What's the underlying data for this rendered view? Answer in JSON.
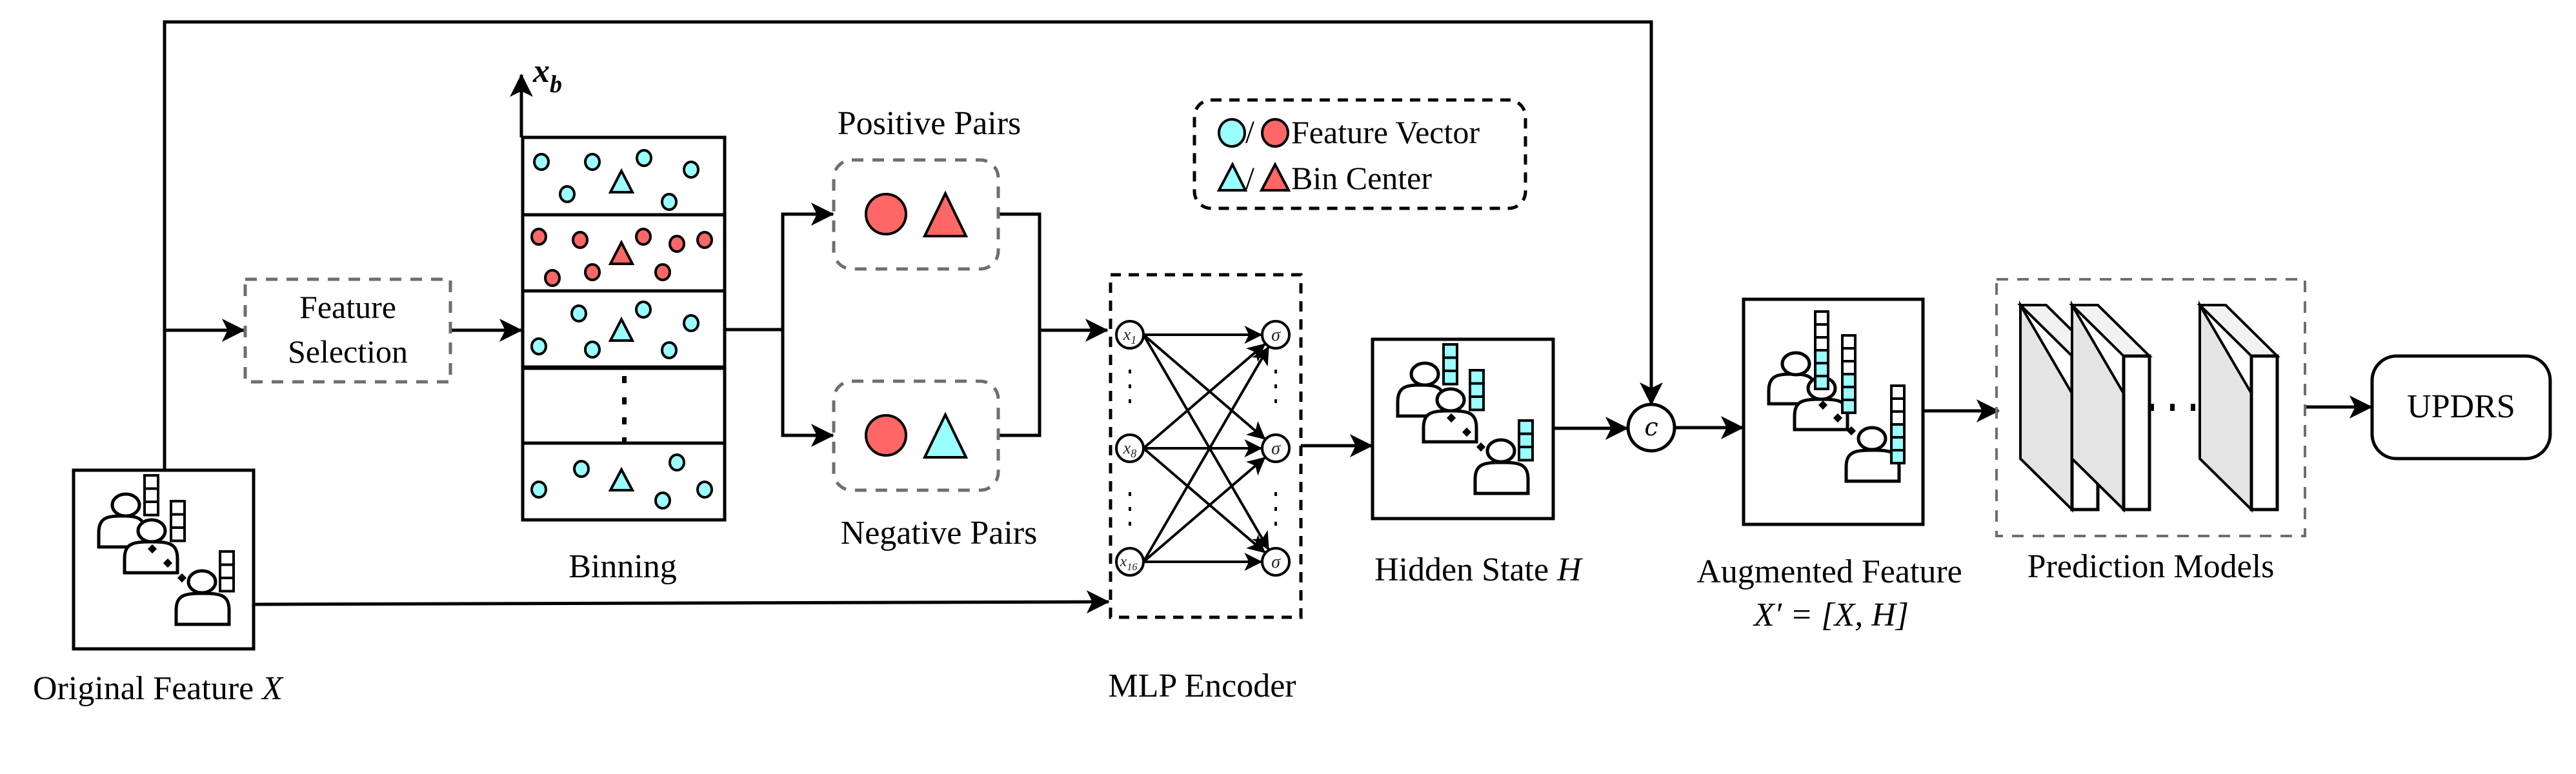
{
  "colors": {
    "cyan": "#99FFFF",
    "red": "#FF6666",
    "slab_side": "#E4E4E4",
    "slab_top": "#F2F2F2",
    "dashed_gray": "#6E6E6E"
  },
  "labels": {
    "original_feature": "Original Feature ",
    "original_feature_var": "X",
    "feature_selection_line1": "Feature",
    "feature_selection_line2": "Selection",
    "axis_var": "x",
    "axis_sub": "b",
    "binning": "Binning",
    "positive_pairs": "Positive Pairs",
    "negative_pairs": "Negative Pairs",
    "mlp_encoder": "MLP Encoder",
    "hidden_state": "Hidden State ",
    "hidden_state_var": "H",
    "concat_symbol": "c",
    "augmented_feature": "Augmented Feature",
    "augmented_formula": "X′ = [X, H]",
    "prediction_models": "Prediction Models",
    "output": "UPDRS"
  },
  "legend": {
    "items": [
      {
        "shape": "circle",
        "label": "Feature Vector"
      },
      {
        "shape": "triangle",
        "label": "Bin Center"
      }
    ],
    "separator": "/"
  },
  "mlp": {
    "inputs": [
      {
        "var": "x",
        "sub": "1"
      },
      {
        "var": "x",
        "sub": "8"
      },
      {
        "var": "x",
        "sub": "16"
      }
    ],
    "activation": "σ"
  },
  "bins": [
    {
      "color": "cyan",
      "points": 6
    },
    {
      "color": "red",
      "points": 8
    },
    {
      "color": "cyan",
      "points": 6
    },
    {
      "color": "ellipsis",
      "points": 0
    },
    {
      "color": "cyan",
      "points": 5
    }
  ],
  "pairs": {
    "positive": {
      "feature": "red",
      "center": "red"
    },
    "negative": {
      "feature": "red",
      "center": "cyan"
    }
  },
  "feature_stacks": {
    "original": {
      "cells": 3,
      "filled": 0
    },
    "hidden": {
      "cells": 3,
      "filled": 3
    },
    "augmented": {
      "cells": 6,
      "filled": 3
    }
  },
  "prediction_model_count_shown": 3
}
